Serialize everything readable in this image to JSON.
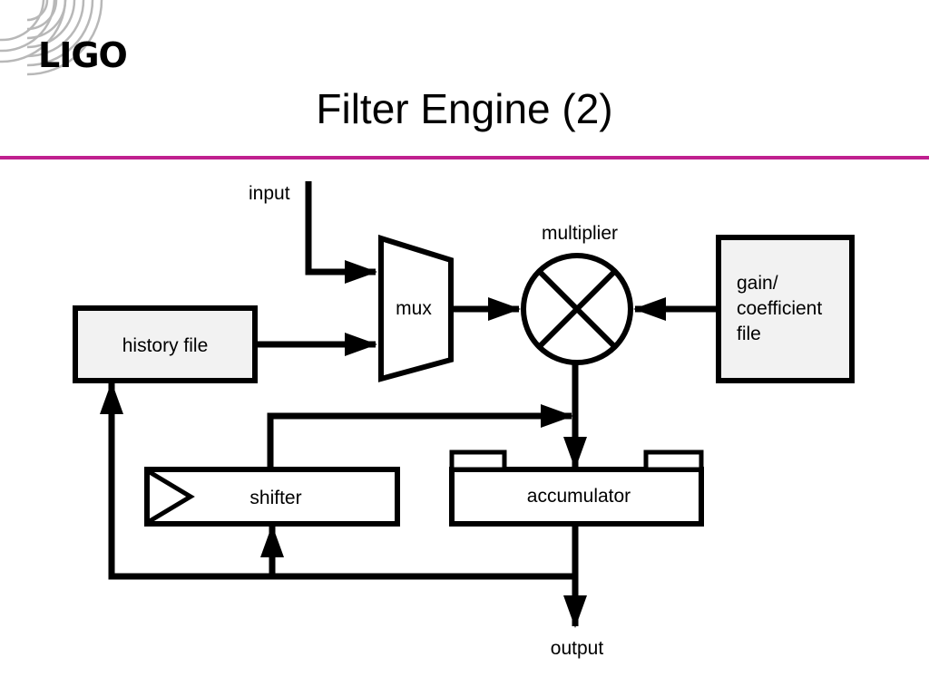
{
  "logo": {
    "text": "LIGO"
  },
  "slide": {
    "title": "Filter Engine (2)"
  },
  "colors": {
    "rule": "#c0208f",
    "box_fill": "#f2f2f2",
    "stroke": "#000000",
    "logo_arcs": "#b8b8b8"
  },
  "diagram": {
    "input": "input",
    "output": "output",
    "mux": "mux",
    "multiplier": "multiplier",
    "history_file": "history file",
    "gain_coefficient_file": [
      "gain/",
      "coefficient",
      "file"
    ],
    "shifter": "shifter",
    "accumulator": "accumulator"
  }
}
